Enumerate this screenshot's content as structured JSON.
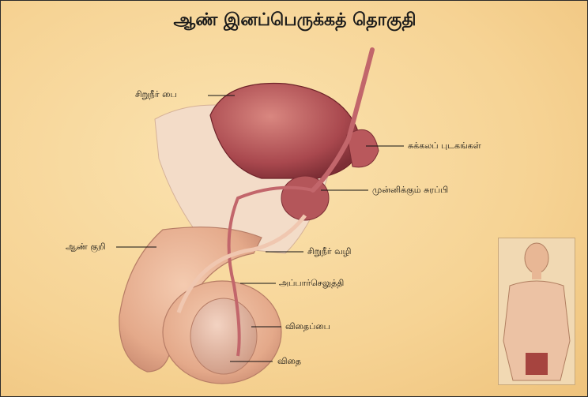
{
  "title": "ஆண் இனப்பெருக்கத் தொகுதி",
  "labels": {
    "bladder": "சிறுநீர் பை",
    "seminal_vesicles": "சுக்கலப் புடகங்கள்",
    "prostate": "முன்னிக்கும் சுரப்பி",
    "penis": "ஆண் குறி",
    "urethra": "சிறுநீர் வழி",
    "vas_deferens": "அப்பார்செலுத்தி",
    "scrotum": "விதைப்பை",
    "testis": "விதை"
  },
  "colors": {
    "background": "#f6d394",
    "skin": "#e9b393",
    "bladder": "#b4565a",
    "duct": "#c2666b"
  }
}
